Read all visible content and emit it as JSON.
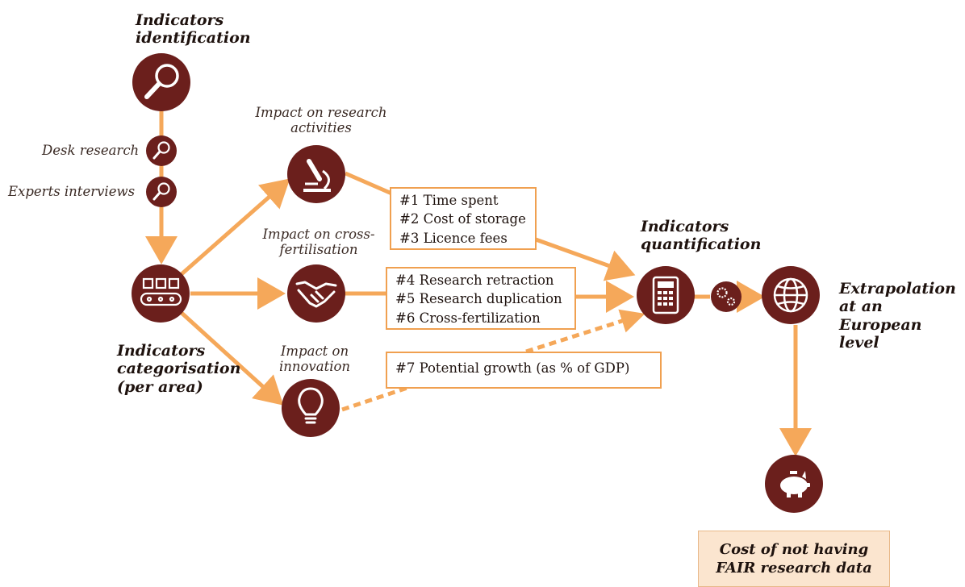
{
  "colors": {
    "node": "#6b1f1c",
    "arrow": "#f5a85a",
    "box_border": "#f0a050",
    "final_box": "#fbe5cf"
  },
  "headings": {
    "identification": "Indicators\nidentification",
    "categorisation": "Indicators\ncategorisation\n(per area)",
    "quantification": "Indicators\nquantification",
    "extrapolation": "Extrapolation\nat an European\nlevel"
  },
  "steps": {
    "desk_research": "Desk research",
    "experts_interviews": "Experts interviews"
  },
  "areas": {
    "research_activities": "Impact on research\nactivities",
    "cross_fertilisation": "Impact on cross-\nfertilisation",
    "innovation": "Impact on\ninnovation"
  },
  "indicator_groups": {
    "research_activities": [
      "#1 Time spent",
      "#2 Cost of storage",
      "#3 Licence fees"
    ],
    "cross_fertilisation": [
      "#4 Research retraction",
      "#5 Research duplication",
      "#6 Cross-fertilization"
    ],
    "innovation": [
      "#7 Potential growth (as % of  GDP)"
    ]
  },
  "result": "Cost of not having\nFAIR research data",
  "icons": [
    "magnifier-icon",
    "conveyor-icon",
    "microscope-icon",
    "handshake-icon",
    "lightbulb-icon",
    "calculator-icon",
    "gears-icon",
    "globe-icon",
    "piggy-bank-icon"
  ]
}
